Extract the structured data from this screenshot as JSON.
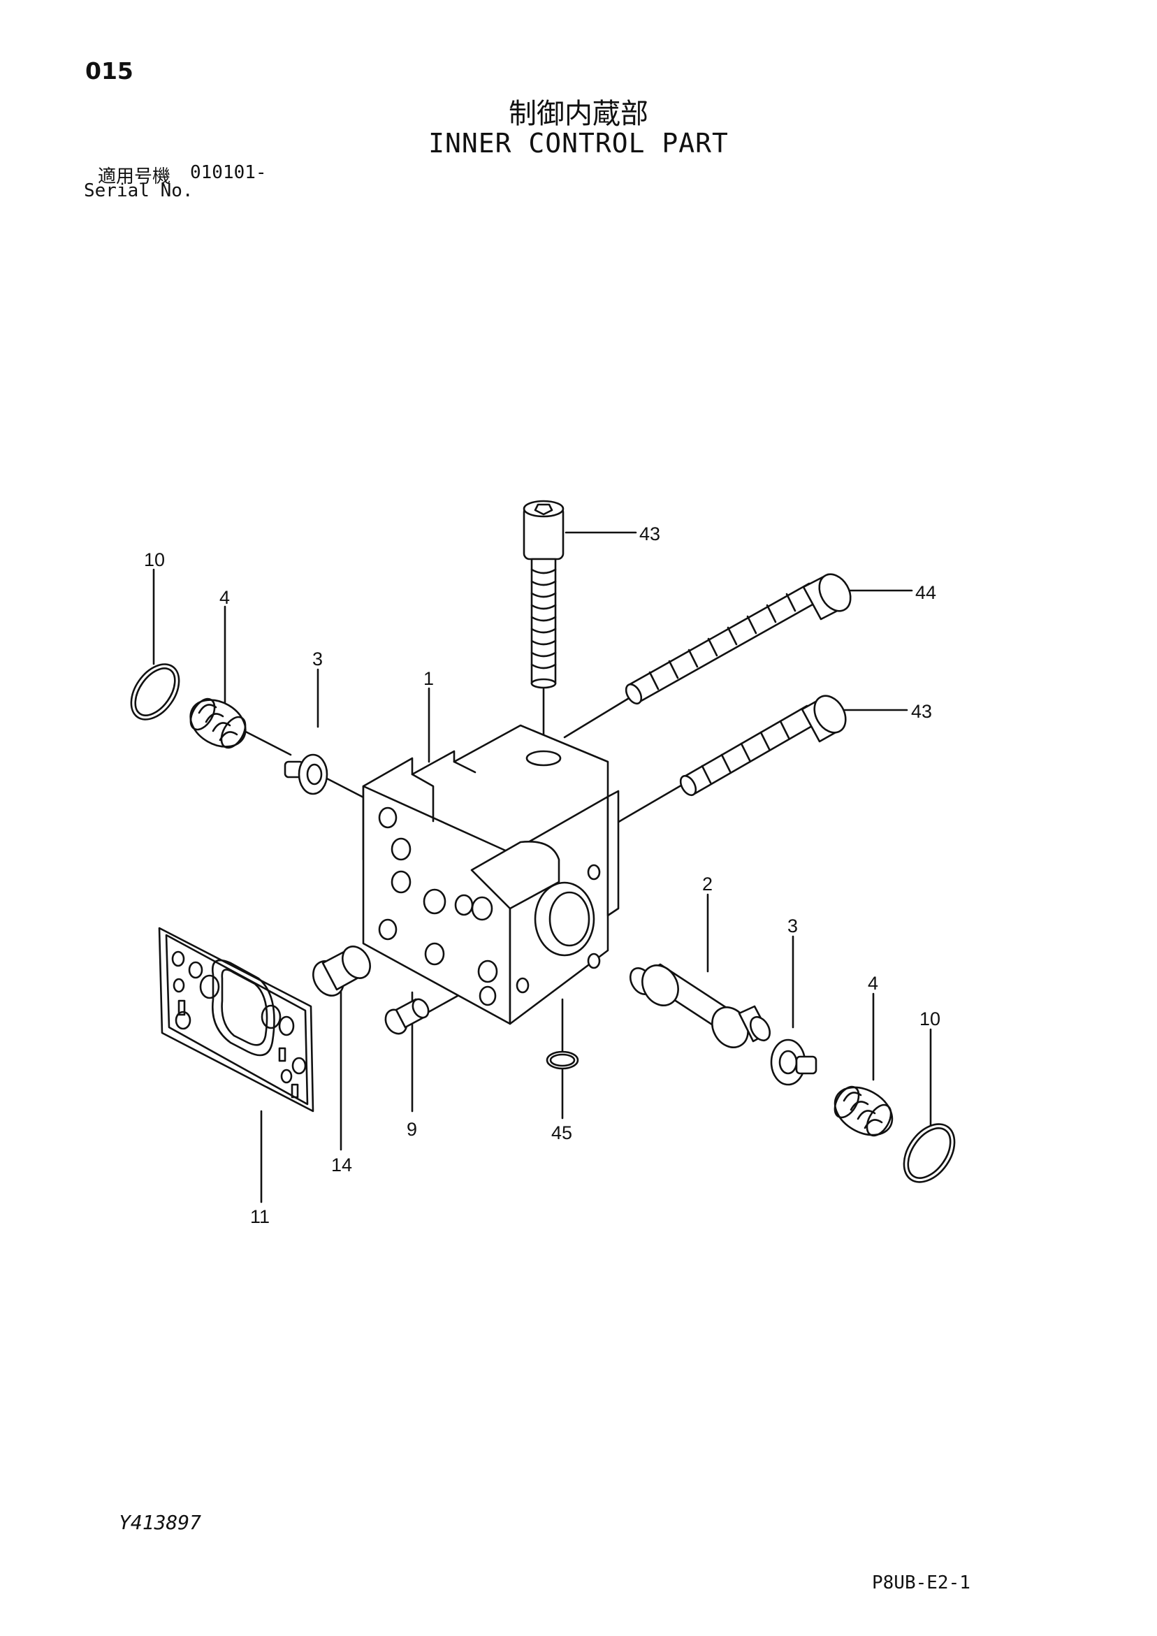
{
  "header": {
    "page_number": "015",
    "title_jp": "制御内蔵部",
    "title_en": "INNER CONTROL PART",
    "serial_label_jp": "適用号機",
    "serial_value": "010101-",
    "serial_label_en": "Serial No."
  },
  "diagram": {
    "labels": {
      "l43_top": "43",
      "l44": "44",
      "l43_mid": "43",
      "l10_left": "10",
      "l4_left": "4",
      "l3_left": "3",
      "l1": "1",
      "l2": "2",
      "l3_right": "3",
      "l4_right": "4",
      "l10_right": "10",
      "l9": "9",
      "l45": "45",
      "l14": "14",
      "l11": "11"
    }
  },
  "footer": {
    "drawing_number": "Y413897",
    "page_code": "P8UB-E2-1"
  }
}
